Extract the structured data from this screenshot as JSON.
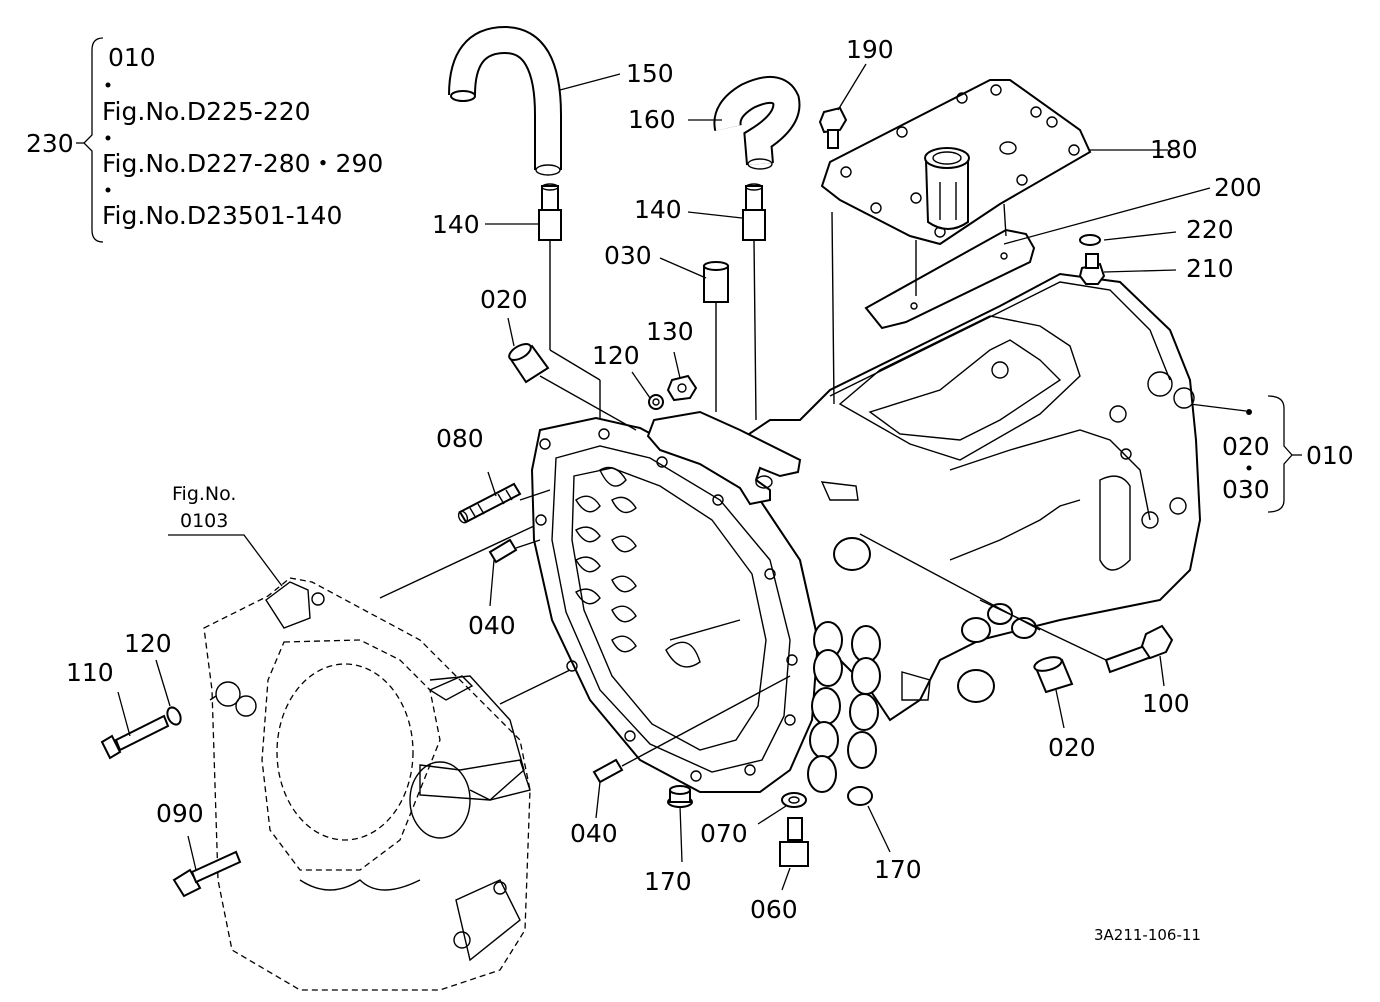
{
  "group_230": {
    "number": "230",
    "items": [
      "010",
      "Fig.No.D225-220",
      "Fig.No.D227-280・290",
      "Fig.No.D23501-140"
    ]
  },
  "group_010": {
    "number": "010",
    "items": [
      "020",
      "030"
    ]
  },
  "fig_ref": {
    "line1": "Fig.No.",
    "line2": "0103"
  },
  "callouts": {
    "p150": "150",
    "p160": "160",
    "p190": "190",
    "p180": "180",
    "p200": "200",
    "p220": "220",
    "p210": "210",
    "p140a": "140",
    "p140b": "140",
    "p030": "030",
    "p020a": "020",
    "p120a": "120",
    "p130": "130",
    "p080": "080",
    "p040a": "040",
    "p040b": "040",
    "p110": "110",
    "p120b": "120",
    "p090": "090",
    "p100": "100",
    "p020b": "020",
    "p170a": "170",
    "p070": "070",
    "p170b": "170",
    "p060": "060"
  },
  "drawing_code": "3A211-106-11"
}
